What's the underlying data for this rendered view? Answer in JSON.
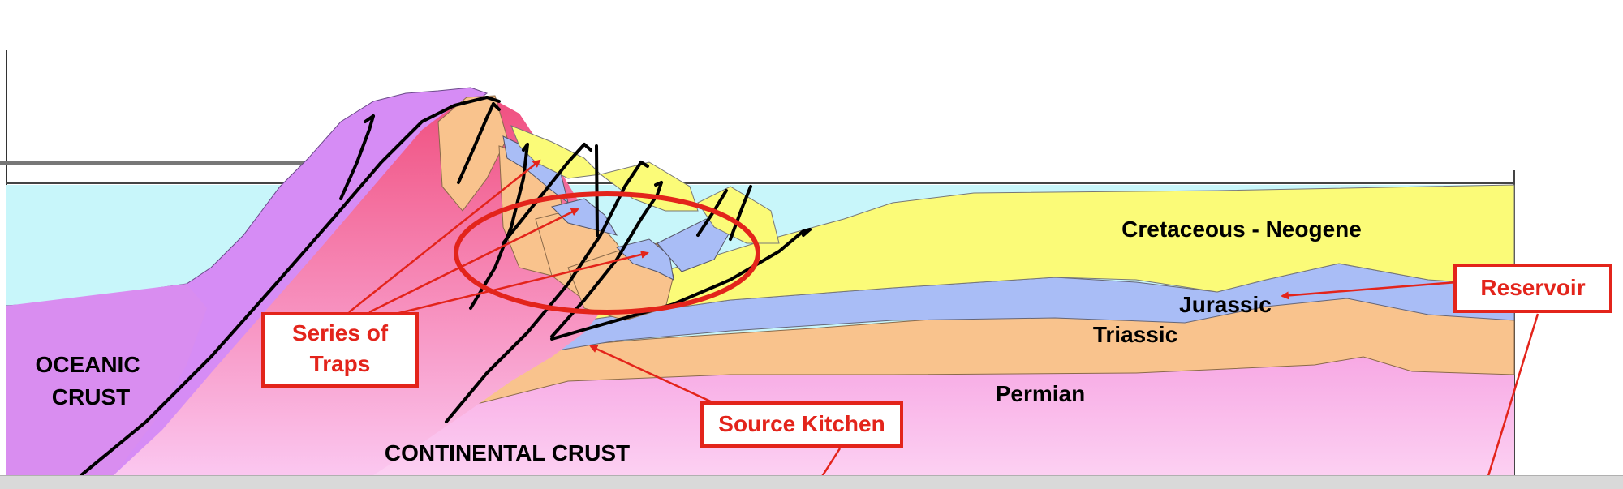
{
  "labels": {
    "oceanic_crust_line1": "OCEANIC",
    "oceanic_crust_line2": "CRUST",
    "continental_crust": "CONTINENTAL CRUST",
    "cretaceous_neogene": "Cretaceous - Neogene",
    "jurassic": "Jurassic",
    "triassic": "Triassic",
    "permian": "Permian"
  },
  "callouts": {
    "series_of_traps_line1": "Series of",
    "series_of_traps_line2": "Traps",
    "source_kitchen": "Source Kitchen",
    "reservoir": "Reservoir"
  },
  "colors": {
    "sea": "#c8f6fa",
    "oceanic_crust": "#d68cf5",
    "continental_crust": "#f36a91",
    "continental_crust_light": "#fbc0ef",
    "cretaceous_neogene": "#fbfb78",
    "jurassic": "#a9bdf6",
    "triassic": "#f9c38d",
    "accent_red": "#e3241b",
    "fault": "#000000"
  }
}
